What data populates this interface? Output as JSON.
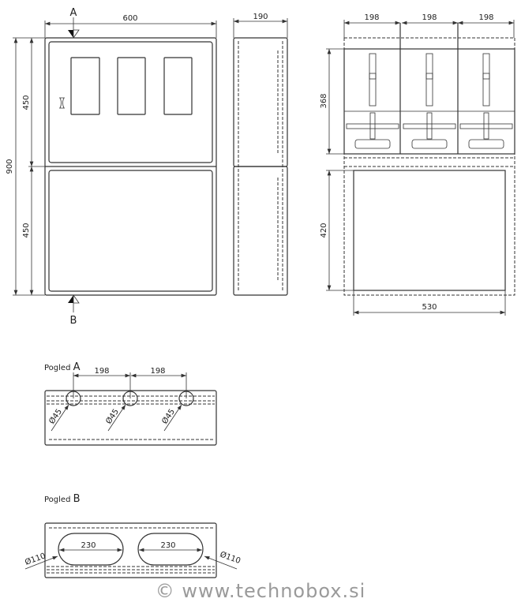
{
  "front_view": {
    "width": "600",
    "height_total": "900",
    "height_top": "450",
    "height_bottom": "450",
    "section_a": "A",
    "section_b": "B"
  },
  "side_view": {
    "depth": "190"
  },
  "internal_view": {
    "module_widths": [
      "198",
      "198",
      "198"
    ],
    "module_height": "368",
    "lower_height": "420",
    "lower_width": "530"
  },
  "pogled_a": {
    "title": "Pogled",
    "letter": "A",
    "spacings": [
      "198",
      "198"
    ],
    "holes": [
      "Ø45",
      "Ø45",
      "Ø45"
    ]
  },
  "pogled_b": {
    "title": "Pogled",
    "letter": "B",
    "slots": [
      "230",
      "230"
    ],
    "diameters": [
      "Ø110",
      "Ø110"
    ]
  },
  "watermark": "© www.technobox.si"
}
